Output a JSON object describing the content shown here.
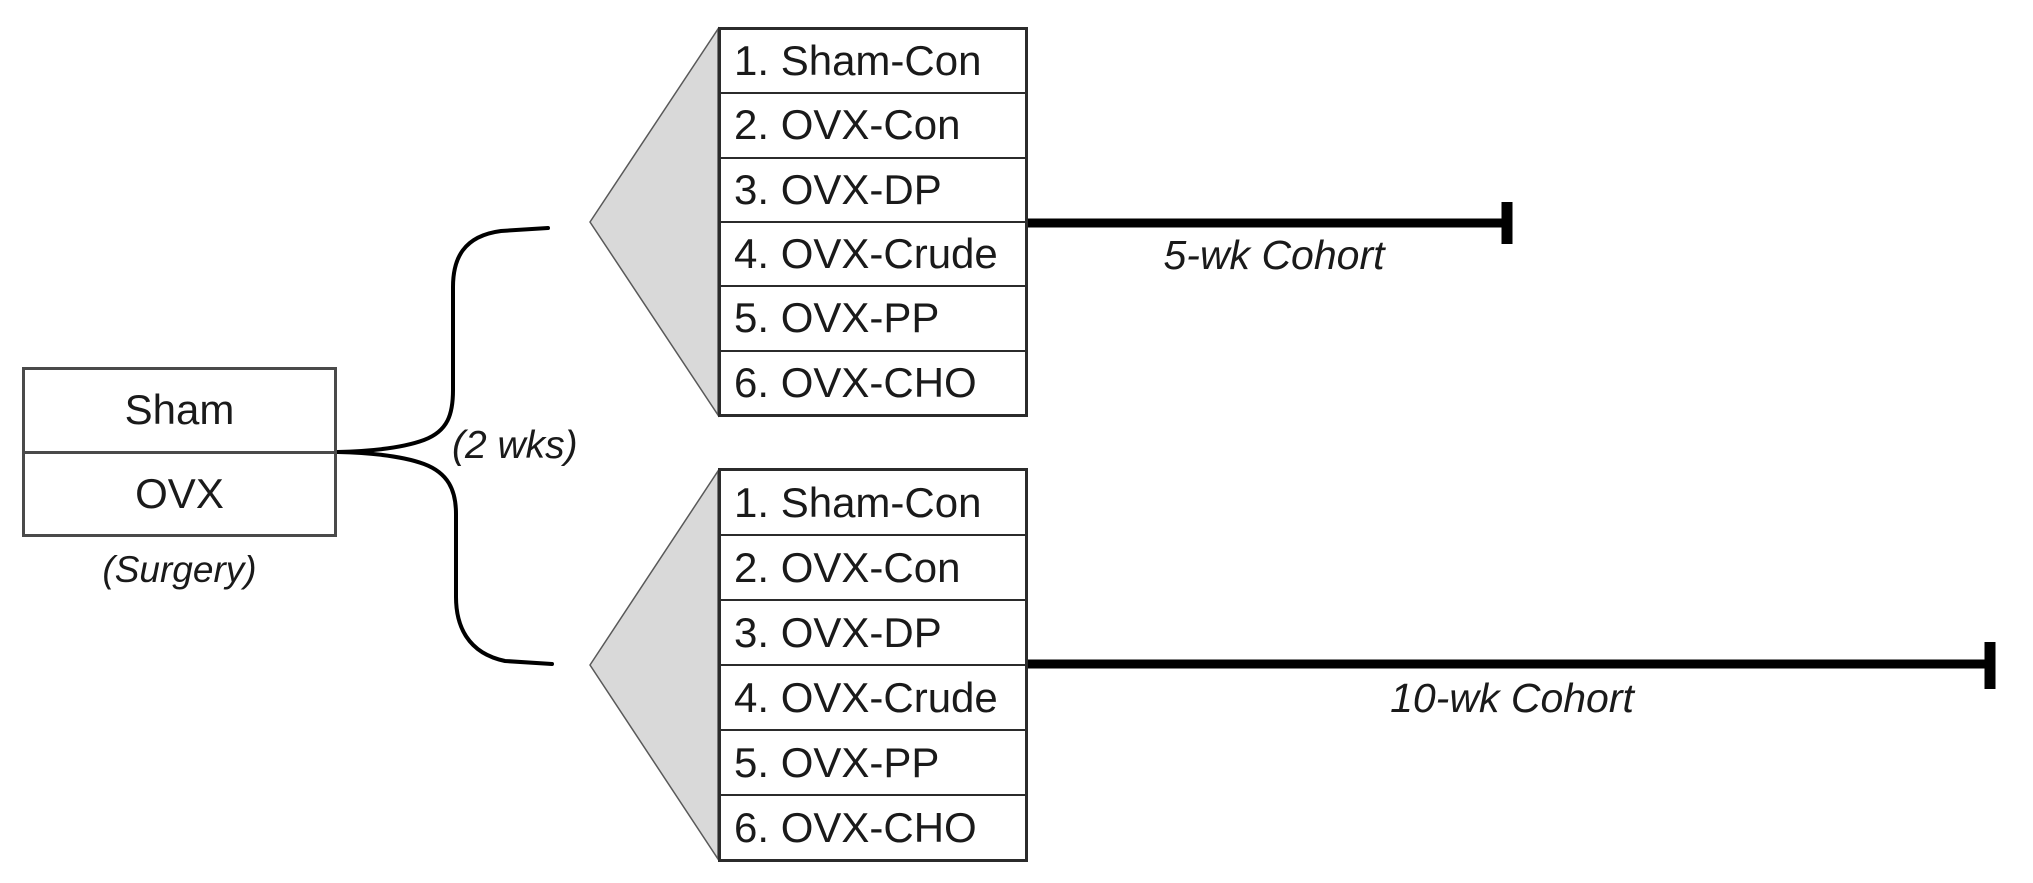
{
  "figure": {
    "surgery": {
      "options": [
        "Sham",
        "OVX"
      ],
      "caption": "(Surgery)"
    },
    "interval_label": "(2 wks)",
    "groups": [
      "1. Sham-Con",
      "2. OVX-Con",
      "3. OVX-DP",
      "4. OVX-Crude",
      "5. OVX-PP",
      "6. OVX-CHO"
    ],
    "cohorts": [
      {
        "label": "5-wk Cohort"
      },
      {
        "label": "10-wk Cohort"
      }
    ],
    "colors": {
      "triangle_fill": "#d9d9d9",
      "triangle_border": "#595959",
      "line": "#000000",
      "box_border": "#4a4a4a",
      "list_border": "#2b2b2b",
      "text": "#1a1a1a",
      "background": "#ffffff"
    }
  }
}
